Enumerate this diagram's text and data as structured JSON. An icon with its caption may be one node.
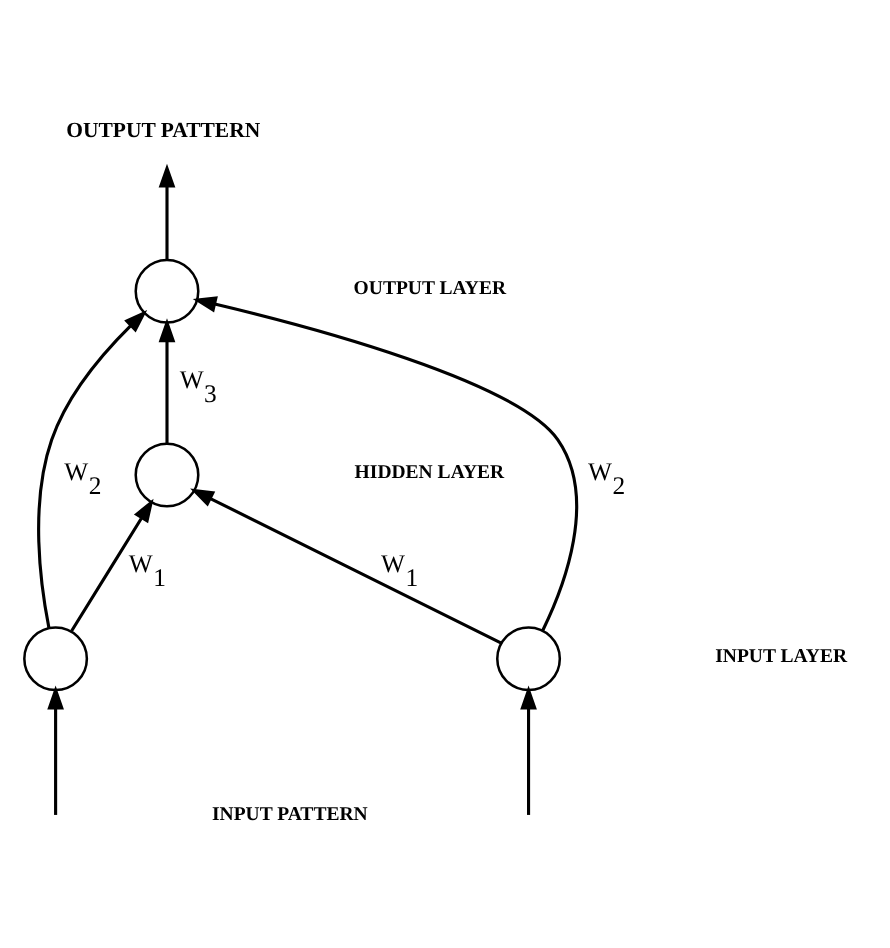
{
  "diagram": {
    "nodes": [
      {
        "text": [
          "OUTPUT PATTERN"
        ]
      },
      {
        "text": [],
        "shape": "circle"
      },
      {
        "text": [],
        "shape": "circle"
      },
      {
        "text": [],
        "shape": "circle"
      },
      {
        "text": [],
        "shape": "circle"
      }
    ],
    "edges": [
      {
        "from": 1,
        "to": 0,
        "arrow": "to"
      },
      {
        "from": 3,
        "to": 1,
        "arrow": "to",
        "label": "W$_{2}$"
      },
      {
        "from": 2,
        "to": 1,
        "arrow": "to",
        "label": "W$_{3}$"
      },
      {
        "from": 4,
        "to": 1,
        "arrow": "to",
        "label": "W$_{2}$"
      },
      {
        "from": 3,
        "to": 2,
        "arrow": "to",
        "label": "W$_{1}$"
      },
      {
        "from": 4,
        "to": 2,
        "arrow": "to",
        "label": "W$_{1}$"
      },
      {
        "from": null,
        "to": 3,
        "arrow": "to"
      },
      {
        "from": null,
        "to": 4,
        "arrow": "to"
      }
    ],
    "labels": [
      "OUTPUT LAYER",
      "HIDDEN LAYER",
      "INPUT LAYER",
      "INPUT PATTERN"
    ]
  }
}
